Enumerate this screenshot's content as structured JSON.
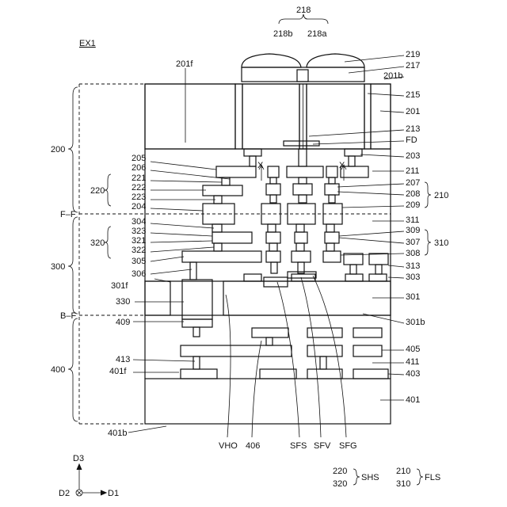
{
  "figure_label": "EX1",
  "group_labels": {
    "top_bracket": "218",
    "top_left": "218b",
    "top_right": "218a"
  },
  "right_labels": [
    "219",
    "217",
    "201b",
    "215",
    "201",
    "213",
    "FD",
    "203",
    "211",
    "207",
    "208",
    "209",
    "311",
    "309",
    "307",
    "308",
    "313",
    "303",
    "301",
    "301b",
    "405",
    "411",
    "403",
    "401"
  ],
  "right_bracket_labels": {
    "r210": "210",
    "r310": "310"
  },
  "left_labels": [
    "201f",
    "205",
    "206",
    "221",
    "222",
    "223",
    "204",
    "304",
    "323",
    "321",
    "322",
    "305",
    "306",
    "301f",
    "330",
    "409",
    "413",
    "401f",
    "401b"
  ],
  "left_bracket_labels": {
    "l220": "220",
    "l320": "320",
    "l200": "200",
    "l300": "300",
    "l400": "400"
  },
  "boundaries": {
    "ff": "F–F",
    "bf": "B–F"
  },
  "bottom_labels": [
    "VHO",
    "406",
    "SFS",
    "SFV",
    "SFG"
  ],
  "axis": {
    "up": "D3",
    "in": "D2",
    "right": "D1"
  },
  "legend": {
    "shs_items": [
      "220",
      "320"
    ],
    "shs_label": "SHS",
    "fls_items": [
      "210",
      "310"
    ],
    "fls_label": "FLS"
  },
  "x_marks": [
    "X",
    "X"
  ]
}
